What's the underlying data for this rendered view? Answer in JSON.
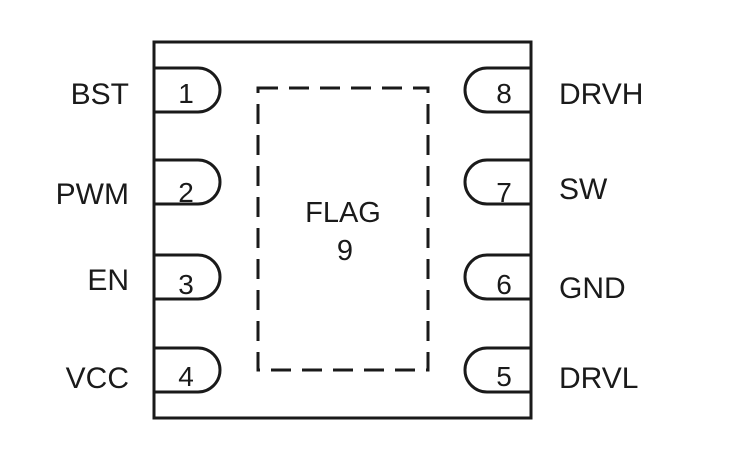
{
  "pins": [
    {
      "number": "1",
      "name": "BST"
    },
    {
      "number": "2",
      "name": "PWM"
    },
    {
      "number": "3",
      "name": "EN"
    },
    {
      "number": "4",
      "name": "VCC"
    },
    {
      "number": "5",
      "name": "DRVL"
    },
    {
      "number": "6",
      "name": "GND"
    },
    {
      "number": "7",
      "name": "SW"
    },
    {
      "number": "8",
      "name": "DRVH"
    }
  ],
  "flag": {
    "label": "FLAG",
    "number": "9"
  },
  "colors": {
    "line": "#1a1a1a",
    "background": "#ffffff"
  }
}
